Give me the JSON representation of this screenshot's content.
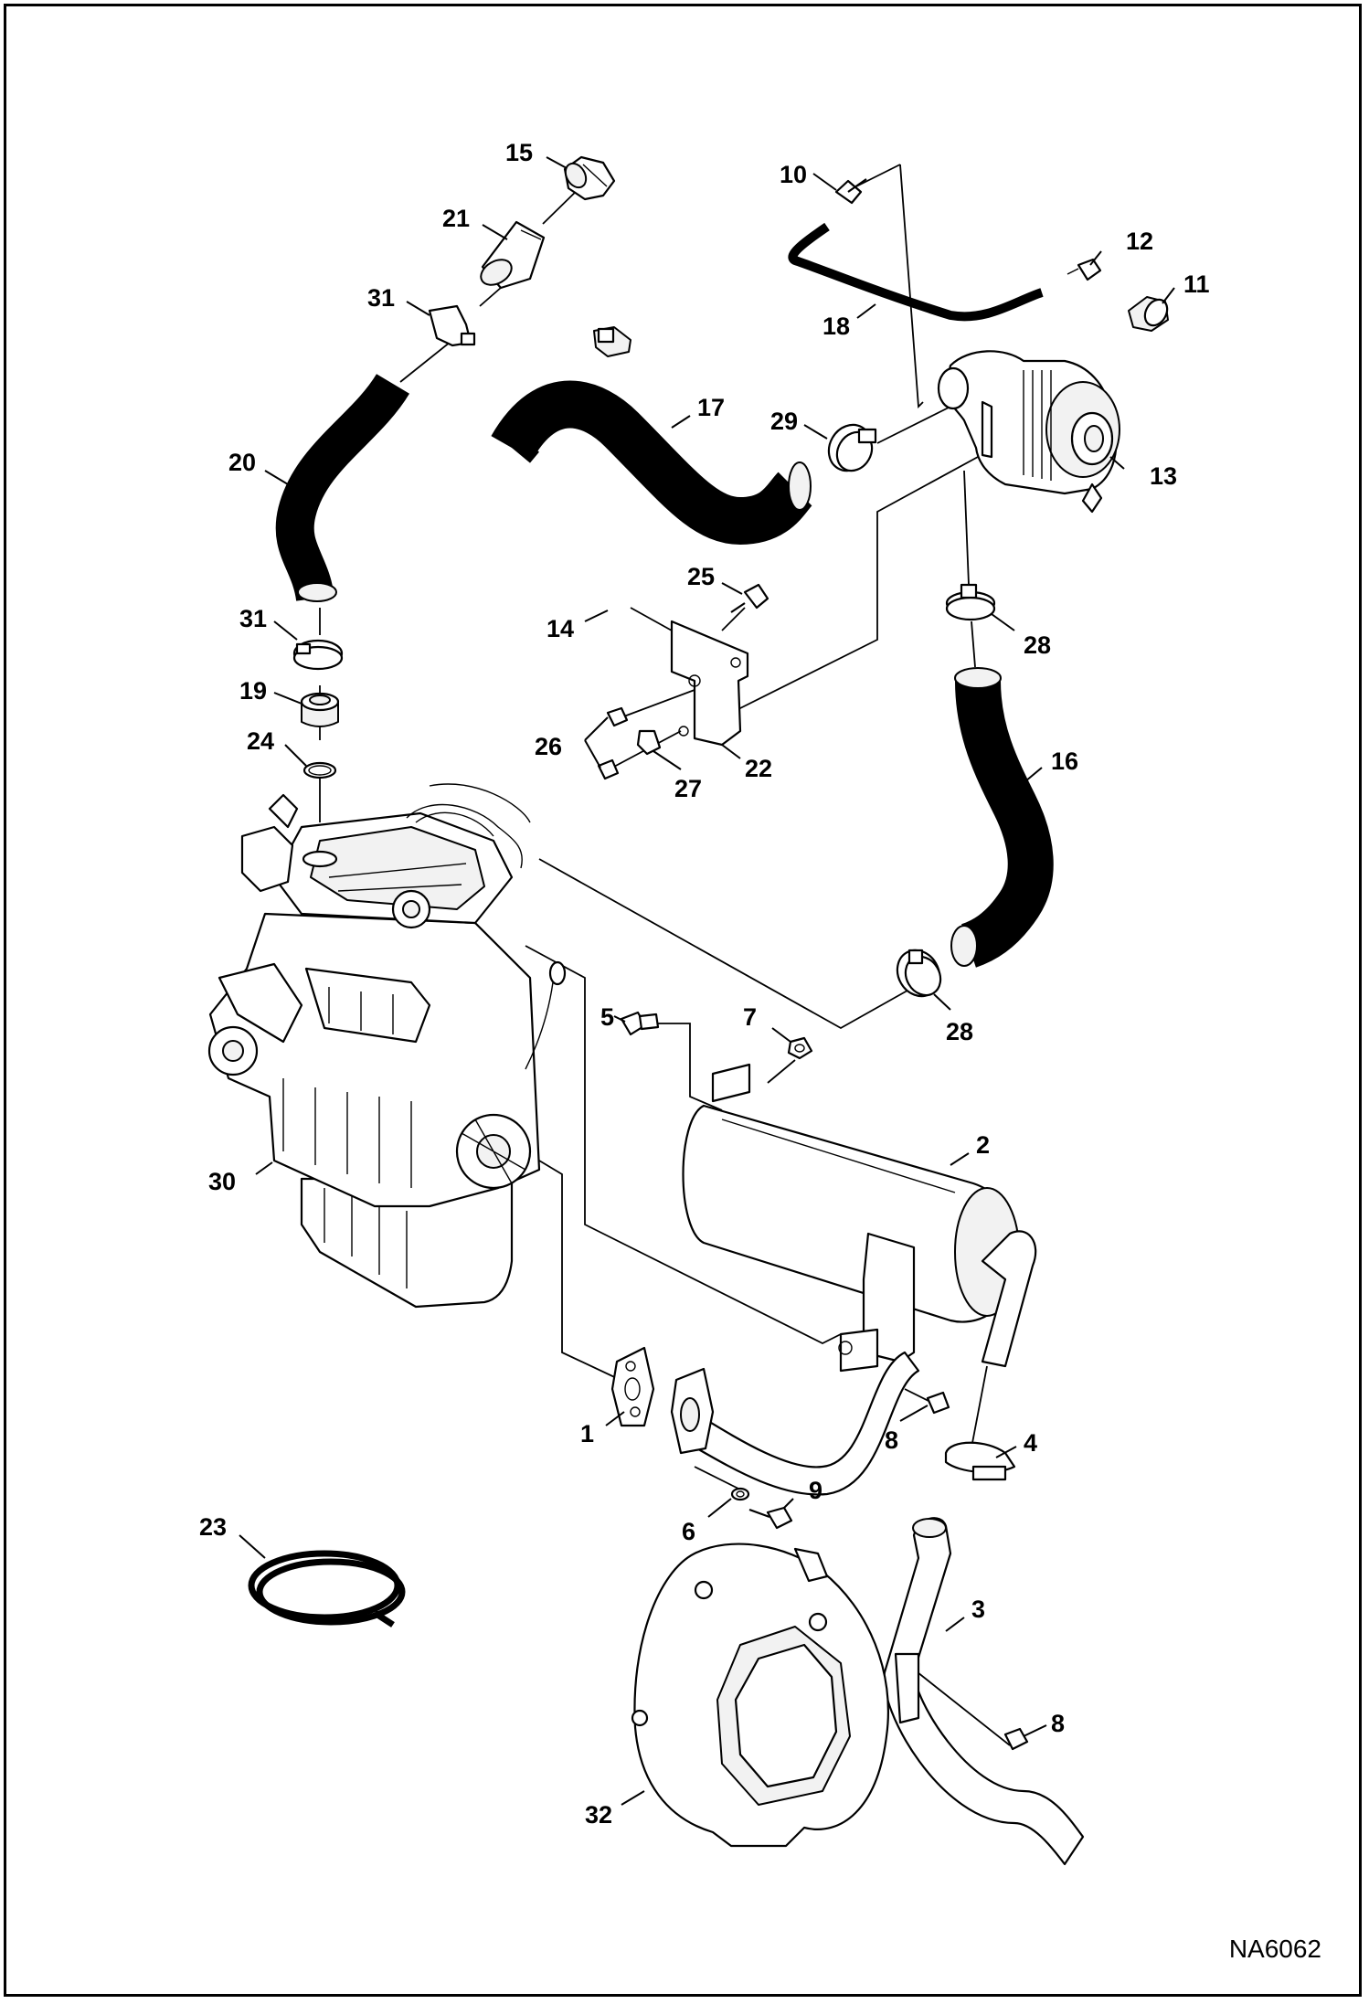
{
  "doc_code": "NA6062",
  "callouts": {
    "c1": "1",
    "c2": "2",
    "c3": "3",
    "c4": "4",
    "c5": "5",
    "c6": "6",
    "c7": "7",
    "c8a": "8",
    "c8b": "8",
    "c9": "9",
    "c10": "10",
    "c11": "11",
    "c12": "12",
    "c13": "13",
    "c14": "14",
    "c15": "15",
    "c16": "16",
    "c17": "17",
    "c18": "18",
    "c19": "19",
    "c20": "20",
    "c21": "21",
    "c22": "22",
    "c23": "23",
    "c24": "24",
    "c25": "25",
    "c26": "26",
    "c27": "27",
    "c28a": "28",
    "c28b": "28",
    "c29": "29",
    "c30": "30",
    "c31a": "31",
    "c31b": "31",
    "c32": "32"
  }
}
